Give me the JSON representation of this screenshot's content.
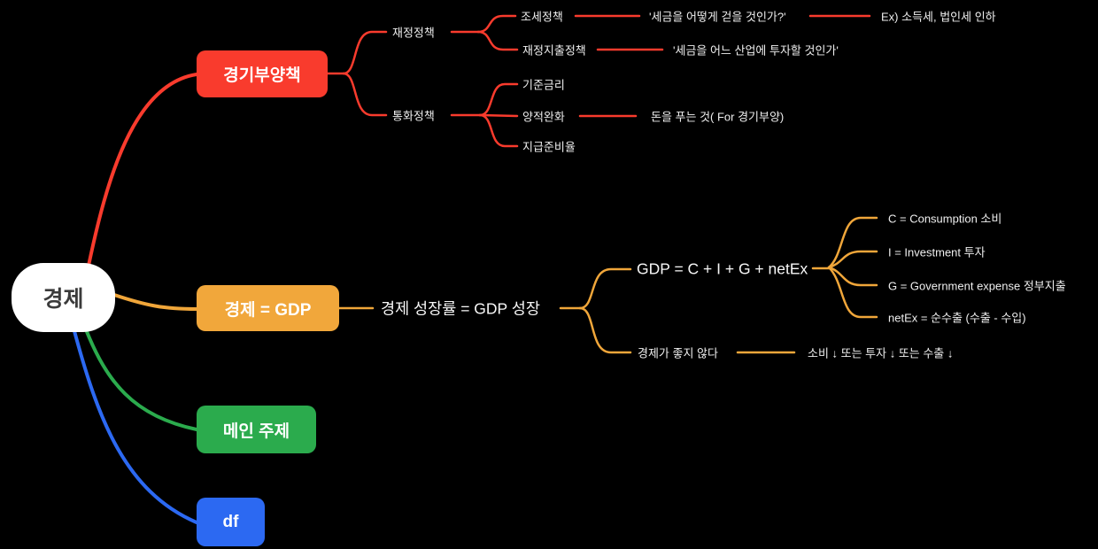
{
  "canvas": {
    "background": "#000000"
  },
  "palette": {
    "branch_red": "#F93B2D",
    "branch_orange": "#F1A73B",
    "branch_green": "#2BAB4D",
    "branch_blue": "#2C69F2",
    "root_background": "#FFFFFF",
    "root_text": "#3B3B3B",
    "node_text": "#FFFFFF",
    "label_text": "#EFEFEF"
  },
  "mindmap": {
    "root": {
      "label": "경제"
    },
    "branches": [
      {
        "label": "경기부양책",
        "color": "#F93B2D",
        "children": [
          {
            "label": "재정정책",
            "children": [
              {
                "label": "조세정책",
                "children": [
                  {
                    "label": "'세금을 어떻게 걷을 것인가?'",
                    "children": [
                      {
                        "label": "Ex) 소득세, 법인세 인하"
                      }
                    ]
                  }
                ]
              },
              {
                "label": "재정지출정책",
                "children": [
                  {
                    "label": "'세금을 어느 산업에 투자할 것인가'"
                  }
                ]
              }
            ]
          },
          {
            "label": "통화정책",
            "children": [
              {
                "label": "기준금리"
              },
              {
                "label": "양적완화",
                "children": [
                  {
                    "label": "돈을 푸는 것( For 경기부양)"
                  }
                ]
              },
              {
                "label": "지급준비율"
              }
            ]
          }
        ]
      },
      {
        "label": "경제 = GDP",
        "color": "#F1A73B",
        "children": [
          {
            "label": "경제 성장률 = GDP 성장",
            "children": [
              {
                "label": "GDP = C + I + G + netEx",
                "children": [
                  {
                    "label": "C = Consumption 소비"
                  },
                  {
                    "label": "I = Investment 투자"
                  },
                  {
                    "label": "G = Government expense 정부지출"
                  },
                  {
                    "label": "netEx = 순수출 (수출 - 수입)"
                  }
                ]
              },
              {
                "label": "경제가 좋지 않다",
                "children": [
                  {
                    "label": "소비 ↓ 또는 투자 ↓ 또는 수출 ↓"
                  }
                ]
              }
            ]
          }
        ]
      },
      {
        "label": "메인 주제",
        "color": "#2BAB4D",
        "children": []
      },
      {
        "label": "df",
        "color": "#2C69F2",
        "children": []
      }
    ]
  }
}
